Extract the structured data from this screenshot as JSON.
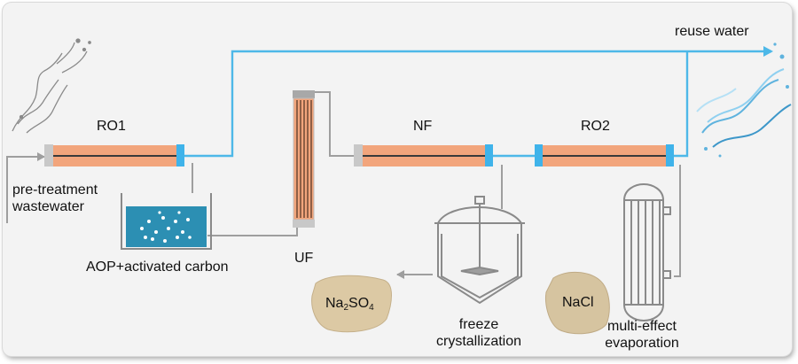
{
  "labels": {
    "reuse_water": "reuse water",
    "ro1": "RO1",
    "nf": "NF",
    "ro2": "RO2",
    "uf": "UF",
    "pretreatment_line1": "pre-treatment",
    "pretreatment_line2": "wastewater",
    "aop": "AOP+activated carbon",
    "freeze_line1": "freeze",
    "freeze_line2": "crystallization",
    "mee_line1": "multi-effect",
    "mee_line2": "evaporation",
    "nacl": "NaCl",
    "na2so4": {
      "p1": "Na",
      "s1": "2",
      "p2": "SO",
      "s2": "4"
    }
  },
  "colors": {
    "water_line": "#4db8e8",
    "gray_line": "#9e9e9e",
    "membrane": "#f2a57c",
    "membrane_core": "#3a3a3a",
    "endcap_blue": "#3fb3ea",
    "endcap_gray": "#c8c8c8",
    "tank_water": "#2c8fb3",
    "salt": "#dcc9a4",
    "background": "#f3f3f3"
  },
  "icons": [
    "splash-left-icon",
    "splash-right-icon",
    "bubble-icon",
    "stirrer-icon",
    "heat-exchanger-icon"
  ]
}
